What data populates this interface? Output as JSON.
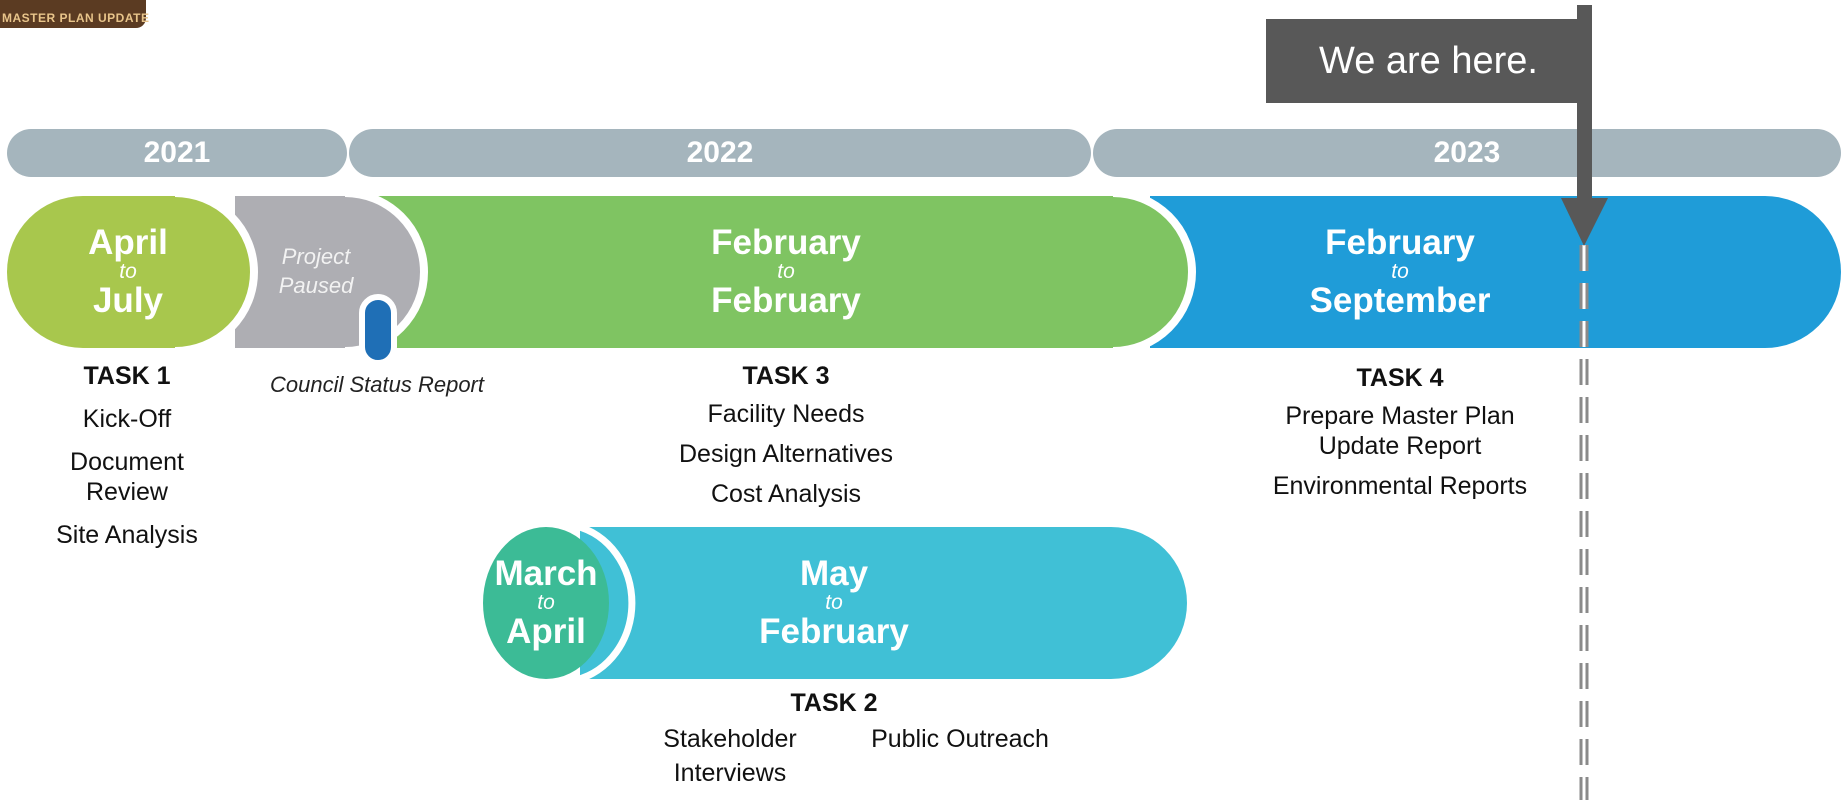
{
  "logo": {
    "text": "MASTER PLAN UPDATE"
  },
  "callout": {
    "text": "We are here."
  },
  "years": [
    {
      "label": "2021"
    },
    {
      "label": "2022"
    },
    {
      "label": "2023"
    }
  ],
  "phases": {
    "task1": {
      "from": "April",
      "to_word": "to",
      "until": "July",
      "color": "#a8c74d"
    },
    "paused": {
      "line1": "Project",
      "line2": "Paused",
      "color": "#aeaeb3"
    },
    "council_marker": {
      "color": "#1f6fb6"
    },
    "task3": {
      "from": "February",
      "to_word": "to",
      "until": "February",
      "color": "#7fc462"
    },
    "task4": {
      "from": "February",
      "to_word": "to",
      "until": "September",
      "color": "#1f9cd8"
    },
    "task2a": {
      "from": "March",
      "to_word": "to",
      "until": "April",
      "color": "#3cbb96"
    },
    "task2b": {
      "from": "May",
      "to_word": "to",
      "until": "February",
      "color": "#40c0d6"
    }
  },
  "council_status_report": "Council Status Report",
  "tasks": {
    "task1": {
      "title": "TASK 1",
      "items": [
        "Kick-Off",
        "Document",
        "Review",
        "Site Analysis"
      ]
    },
    "task3": {
      "title": "TASK 3",
      "items": [
        "Facility Needs",
        "Design Alternatives",
        "Cost Analysis"
      ]
    },
    "task4": {
      "title": "TASK 4",
      "items": [
        "Prepare Master Plan",
        "Update Report",
        "Environmental Reports"
      ]
    },
    "task2": {
      "title": "TASK 2",
      "items": [
        "Stakeholder",
        "Interviews",
        "Public Outreach"
      ]
    }
  },
  "colors": {
    "year_bar": "#a5b5bd",
    "callout": "#585858",
    "marker_line": "#585858"
  }
}
